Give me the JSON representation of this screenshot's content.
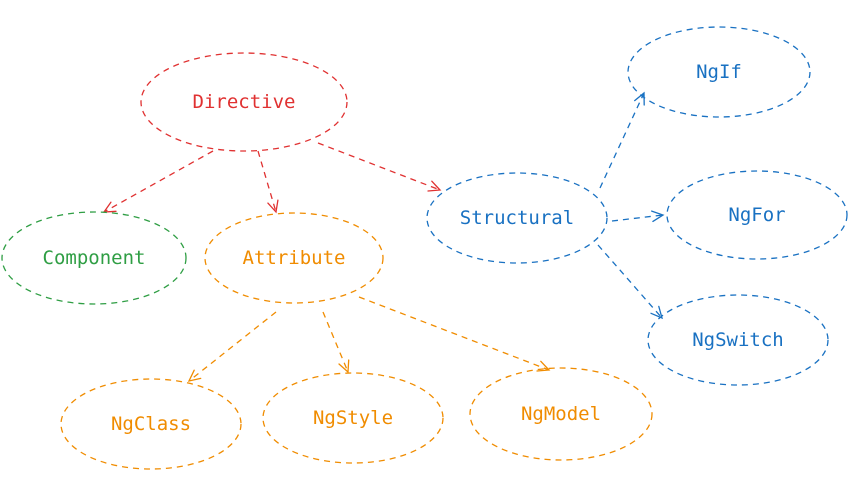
{
  "colors": {
    "red": "#e03131",
    "green": "#2f9e44",
    "orange": "#f08c00",
    "blue": "#1971c2"
  },
  "nodes": {
    "directive": {
      "label": "Directive",
      "color": "red"
    },
    "component": {
      "label": "Component",
      "color": "green"
    },
    "attribute": {
      "label": "Attribute",
      "color": "orange"
    },
    "structural": {
      "label": "Structural",
      "color": "blue"
    },
    "ngif": {
      "label": "NgIf",
      "color": "blue"
    },
    "ngfor": {
      "label": "NgFor",
      "color": "blue"
    },
    "ngswitch": {
      "label": "NgSwitch",
      "color": "blue"
    },
    "ngclass": {
      "label": "NgClass",
      "color": "orange"
    },
    "ngstyle": {
      "label": "NgStyle",
      "color": "orange"
    },
    "ngmodel": {
      "label": "NgModel",
      "color": "orange"
    }
  },
  "edges": [
    {
      "from": "directive",
      "to": "component",
      "color": "red"
    },
    {
      "from": "directive",
      "to": "attribute",
      "color": "red"
    },
    {
      "from": "directive",
      "to": "structural",
      "color": "red"
    },
    {
      "from": "structural",
      "to": "ngif",
      "color": "blue"
    },
    {
      "from": "structural",
      "to": "ngfor",
      "color": "blue"
    },
    {
      "from": "structural",
      "to": "ngswitch",
      "color": "blue"
    },
    {
      "from": "attribute",
      "to": "ngclass",
      "color": "orange"
    },
    {
      "from": "attribute",
      "to": "ngstyle",
      "color": "orange"
    },
    {
      "from": "attribute",
      "to": "ngmodel",
      "color": "orange"
    }
  ]
}
